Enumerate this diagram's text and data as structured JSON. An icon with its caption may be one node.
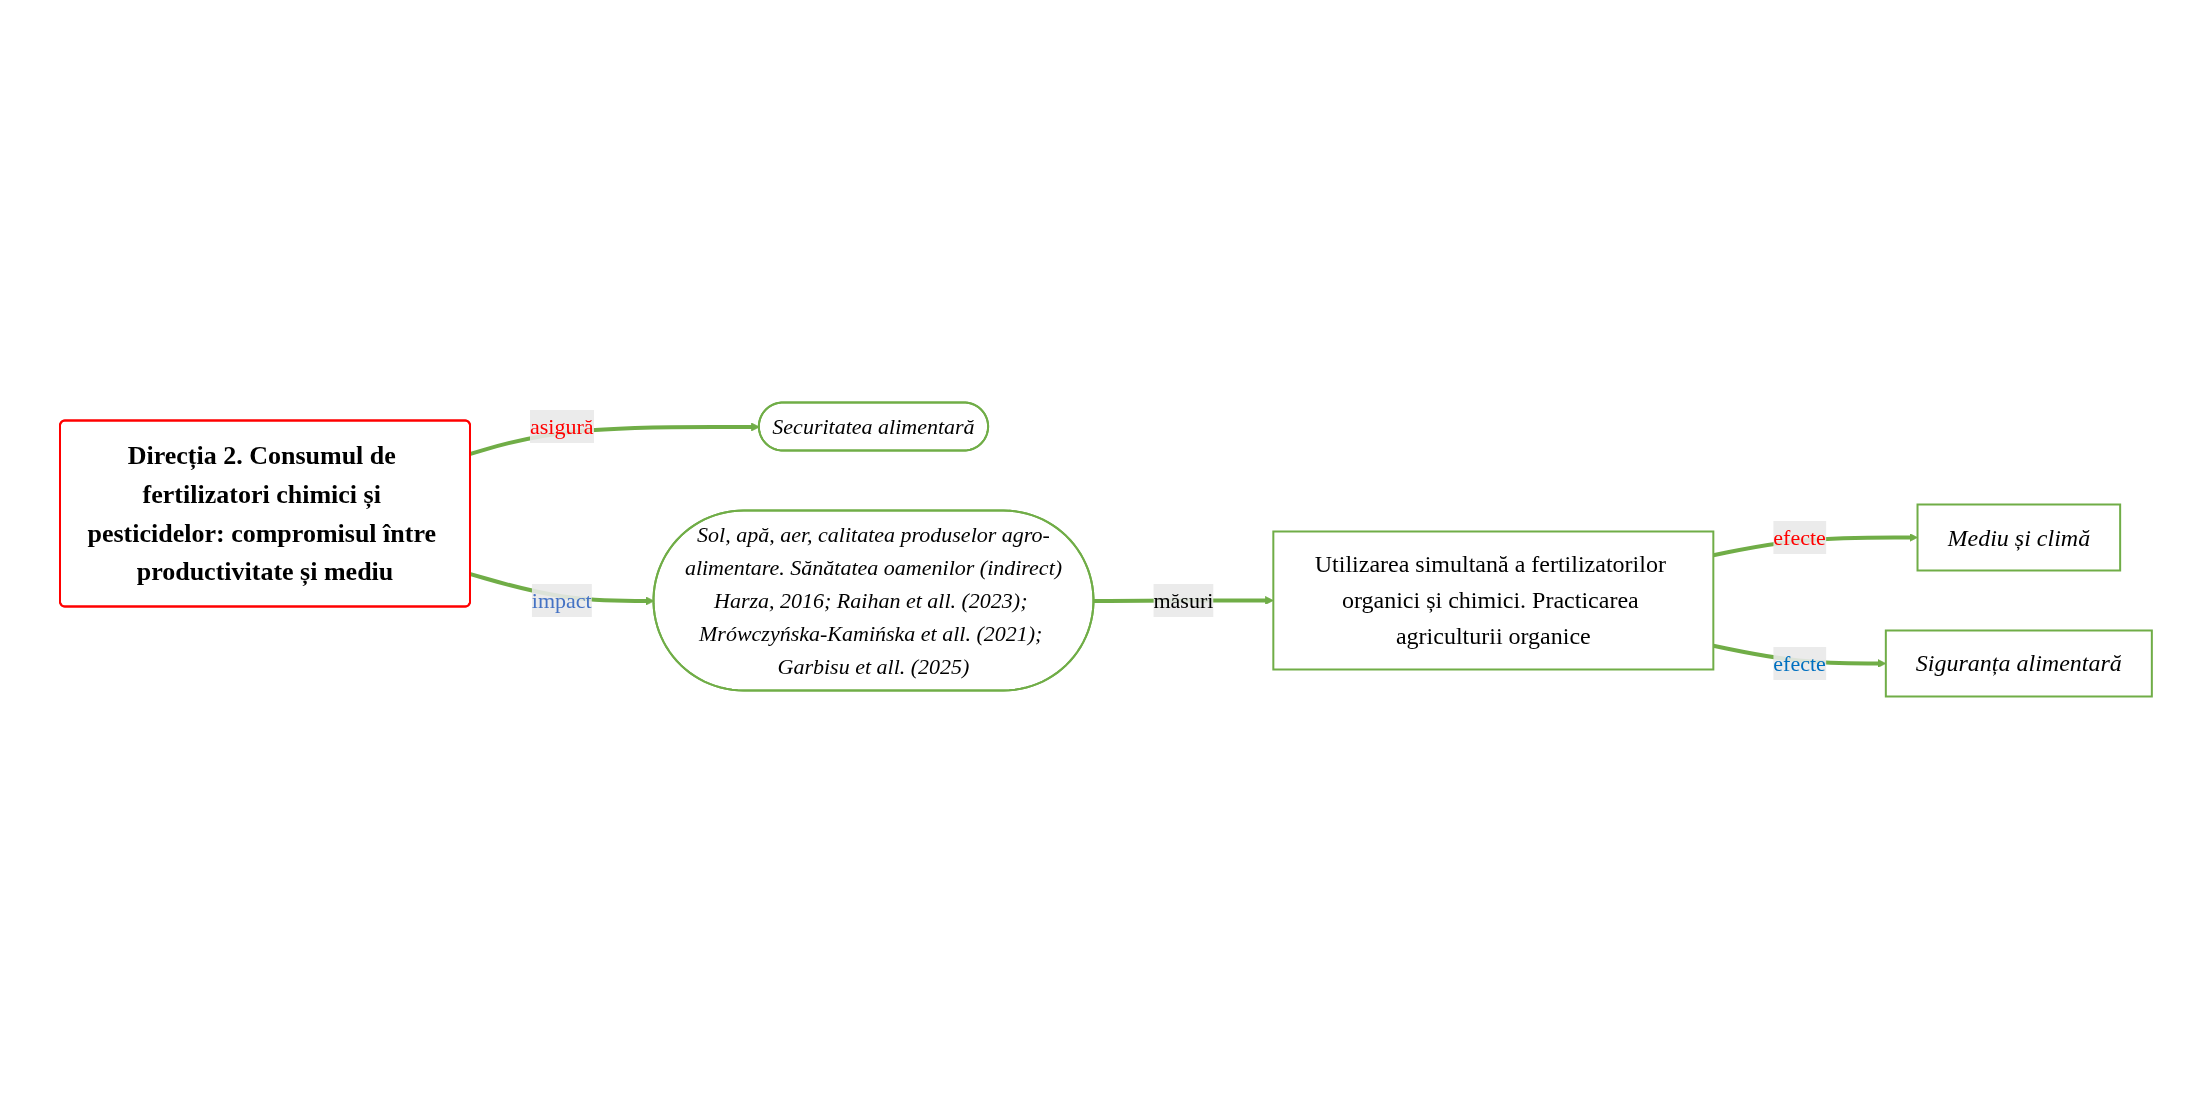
{
  "diagram": {
    "nodes": [
      {
        "text": [
          "Direcția 2. Consumul de fertilizatori chimici și pesticidelor: compromisul între productivitate și mediu"
        ]
      },
      {
        "text": [
          "Securitatea alimentară"
        ]
      },
      {
        "text": [
          "Sol, apă, aer, calitatea produselor agro-alimentare. Sănătatea oamenilor (indirect)",
          "Harza, 2016; Raihan et all. (2023); Mrówczyńska-Kamińska et all. (2021); Garbisu et all. (2025)"
        ]
      },
      {
        "text": [
          "Mediu și climă"
        ]
      },
      {
        "text": [
          "Utilizarea simultană a fertilizatorilor organici și chimici. Practicarea agriculturii organice"
        ]
      },
      {
        "text": [
          "Siguranța alimentară"
        ]
      }
    ],
    "edges": [
      {
        "from": 0,
        "to": 1,
        "arrow": "to",
        "label": "asigură"
      },
      {
        "from": 0,
        "to": 2,
        "arrow": "to",
        "label": "impact"
      },
      {
        "from": 2,
        "to": 4,
        "arrow": "to",
        "label": "măsuri"
      },
      {
        "from": 4,
        "to": 3,
        "arrow": "to",
        "label": "efecte"
      },
      {
        "from": 4,
        "to": 5,
        "arrow": "to",
        "label": "efecte"
      }
    ]
  }
}
